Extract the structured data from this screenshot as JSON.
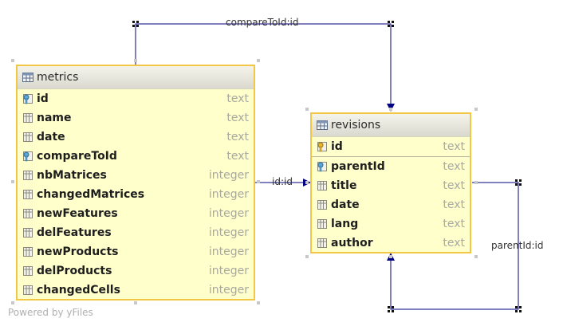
{
  "diagram": {
    "tables": [
      {
        "id": "metrics",
        "title": "metrics",
        "columns": [
          {
            "name": "id",
            "type": "text",
            "key": "fk"
          },
          {
            "name": "name",
            "type": "text",
            "key": "none"
          },
          {
            "name": "date",
            "type": "text",
            "key": "none"
          },
          {
            "name": "compareToId",
            "type": "text",
            "key": "fk"
          },
          {
            "name": "nbMatrices",
            "type": "integer",
            "key": "none"
          },
          {
            "name": "changedMatrices",
            "type": "integer",
            "key": "none"
          },
          {
            "name": "newFeatures",
            "type": "integer",
            "key": "none"
          },
          {
            "name": "delFeatures",
            "type": "integer",
            "key": "none"
          },
          {
            "name": "newProducts",
            "type": "integer",
            "key": "none"
          },
          {
            "name": "delProducts",
            "type": "integer",
            "key": "none"
          },
          {
            "name": "changedCells",
            "type": "integer",
            "key": "none"
          }
        ]
      },
      {
        "id": "revisions",
        "title": "revisions",
        "columns": [
          {
            "name": "id",
            "type": "text",
            "key": "pk"
          },
          {
            "name": "parentId",
            "type": "text",
            "key": "fk"
          },
          {
            "name": "title",
            "type": "text",
            "key": "none"
          },
          {
            "name": "date",
            "type": "text",
            "key": "none"
          },
          {
            "name": "lang",
            "type": "text",
            "key": "none"
          },
          {
            "name": "author",
            "type": "text",
            "key": "none"
          }
        ]
      }
    ],
    "edges": [
      {
        "id": "compare",
        "label": "compareToId:id"
      },
      {
        "id": "idid",
        "label": "id:id"
      },
      {
        "id": "parent",
        "label": "parentId:id"
      }
    ],
    "colors": {
      "edge": "#000080",
      "table_fill": "#ffffcc",
      "table_border": "#f2c744",
      "type_text": "#a8a8a0"
    },
    "icons": {
      "table": "table-grid-icon",
      "column": "column-icon",
      "primary_key": "primary-key-icon",
      "foreign_key": "foreign-key-icon"
    },
    "watermark": "Powered by yFiles"
  }
}
